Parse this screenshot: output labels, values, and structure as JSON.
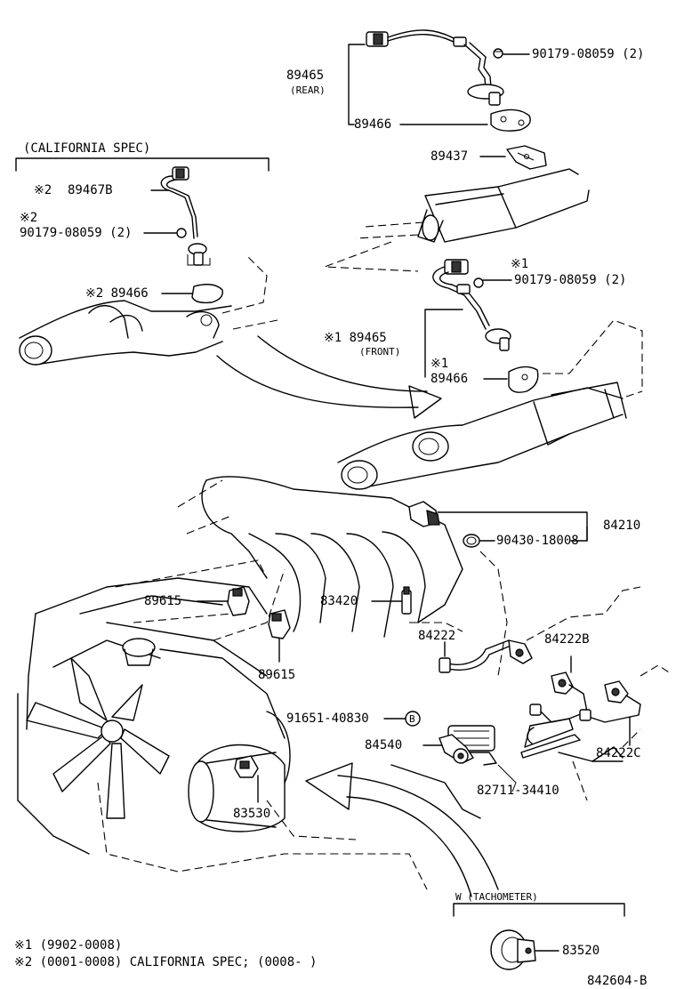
{
  "callouts": {
    "california_spec": "(CALIFORNIA SPEC)",
    "p89465_rear": "89465",
    "rear_note": "(REAR)",
    "p90179_rear": "90179-08059 (2)",
    "p89466_rear": "89466",
    "p89437": "89437",
    "cal_mark_89467b": "※2",
    "p89467b": "89467B",
    "cal_mark_90179": "※2",
    "p90179_cal": "90179-08059 (2)",
    "cal_89466": "※2 89466",
    "front_mark_90179": "※1",
    "p90179_front": "90179-08059 (2)",
    "front_89465": "※1 89465",
    "front_note": "(FRONT)",
    "front_mark_89466": "※1",
    "p89466_front": "89466",
    "p84210": "84210",
    "p90430": "90430-18008",
    "p89615_a": "89615",
    "p83420": "83420",
    "p84222": "84222",
    "p84222b": "84222B",
    "p89615_b": "89615",
    "p91651": "91651-40830",
    "bolt_mark": "B",
    "p84540": "84540",
    "p84222c": "84222C",
    "p82711": "82711-34410",
    "p83530": "83530",
    "tachometer": "W (TACHOMETER)",
    "p83520": "83520"
  },
  "footnotes": {
    "note1": "※1 (9902-0008)",
    "note2": "※2 (0001-0008) CALIFORNIA SPEC; (0008-     )"
  },
  "diagram_code": "842604-B"
}
